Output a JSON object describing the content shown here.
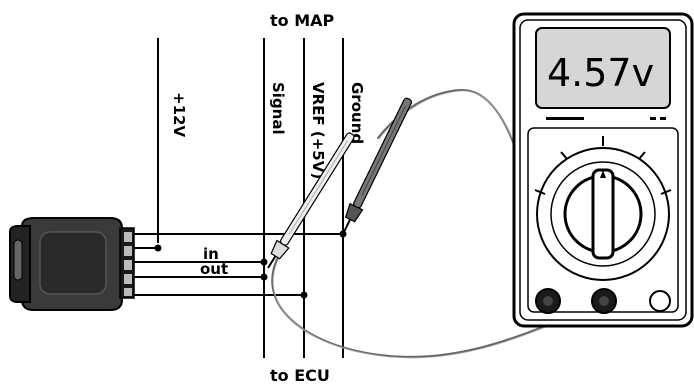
{
  "labels": {
    "to_map": "to MAP",
    "to_ecu": "to ECU",
    "plus12v": "+12V",
    "signal": "Signal",
    "vref": "VREF (+5V)",
    "ground": "Ground",
    "in": "in",
    "out": "out"
  },
  "multimeter": {
    "reading": "4.57v"
  },
  "colors": {
    "wire": "#000000",
    "meter_screen": "#d6d6d6",
    "probe_lead": "#808080",
    "probe_body": "#c8c8c8",
    "connector": "#2b2b2b"
  }
}
